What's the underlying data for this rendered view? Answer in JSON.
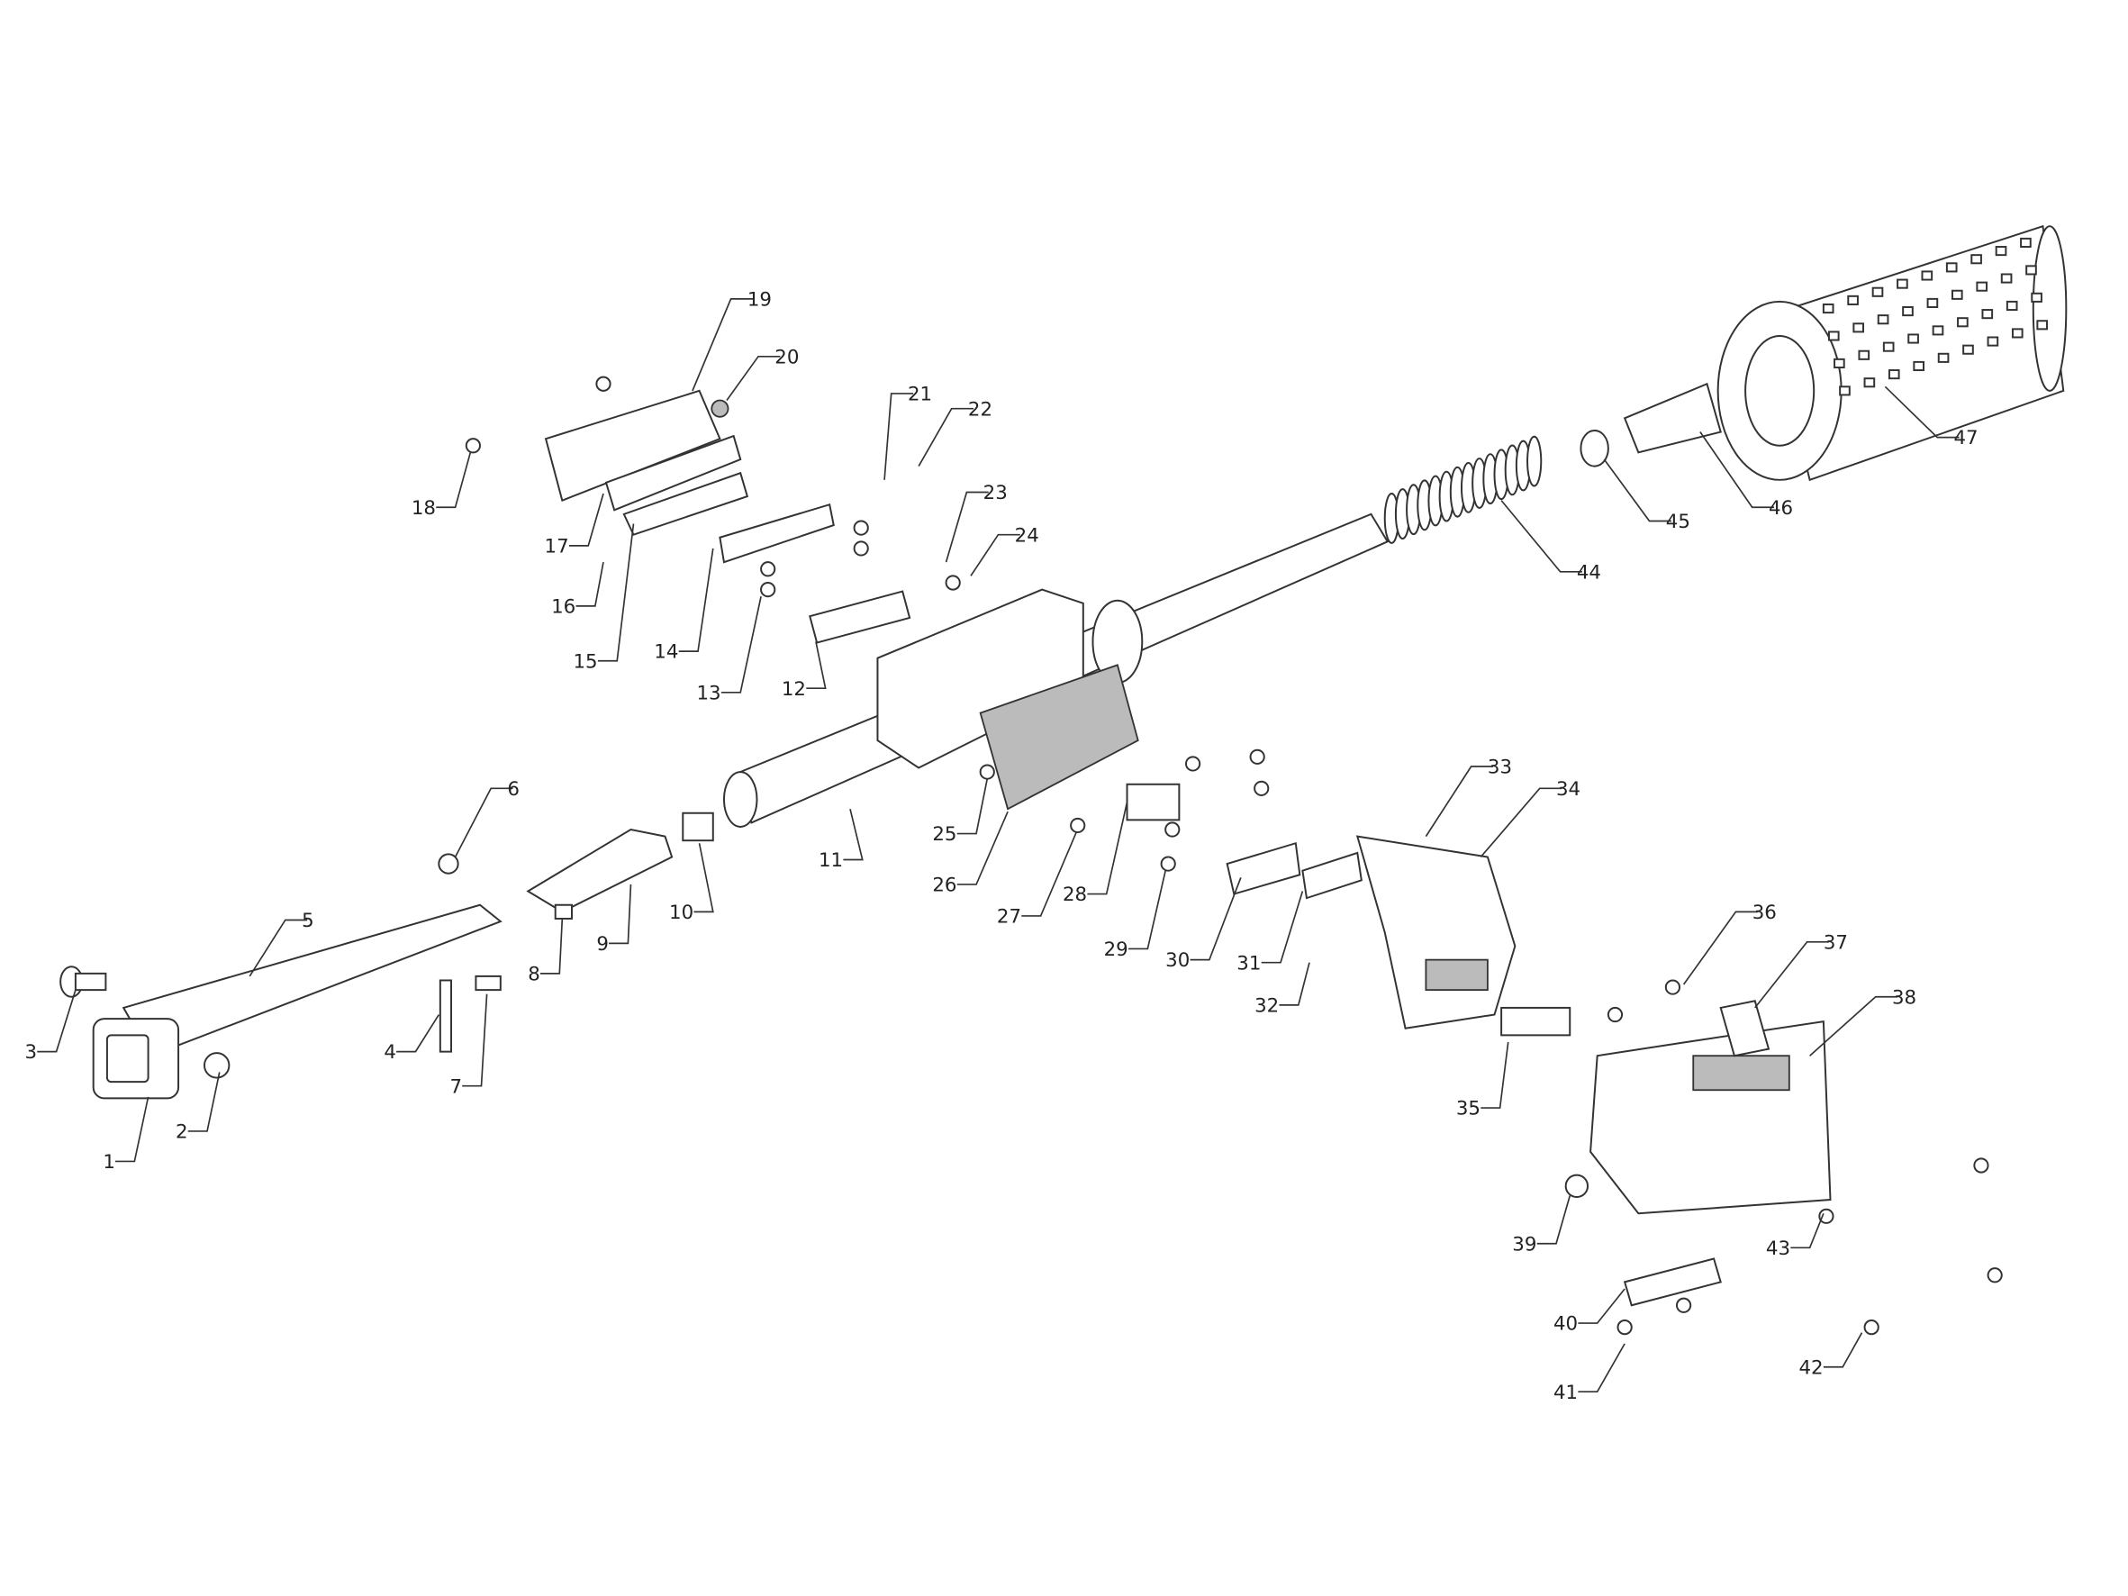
{
  "diagram": {
    "type": "exploded-parts-view",
    "part_numbers": [
      "1",
      "2",
      "3",
      "4",
      "5",
      "6",
      "7",
      "8",
      "9",
      "10",
      "11",
      "12",
      "13",
      "14",
      "15",
      "16",
      "17",
      "18",
      "19",
      "20",
      "21",
      "22",
      "23",
      "24",
      "25",
      "26",
      "27",
      "28",
      "29",
      "30",
      "31",
      "32",
      "33",
      "34",
      "35",
      "36",
      "37",
      "38",
      "39",
      "40",
      "41",
      "42",
      "43",
      "44",
      "45",
      "46",
      "47"
    ]
  }
}
